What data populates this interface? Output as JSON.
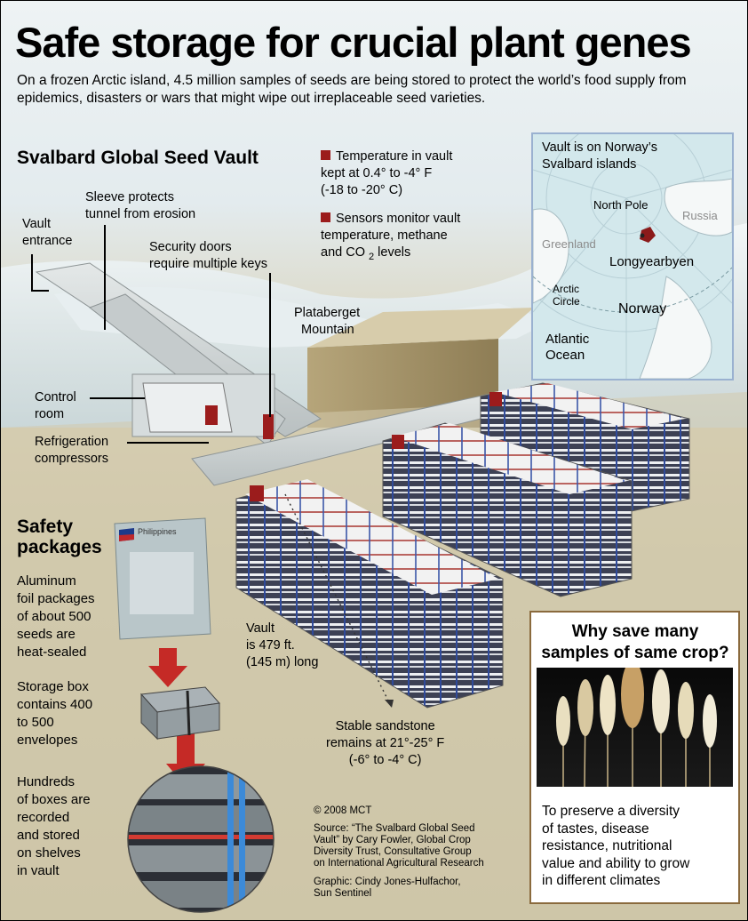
{
  "header": {
    "title": "Safe storage for crucial plant genes",
    "subtitle": "On a frozen Arctic island, 4.5 million samples of seeds are being stored to protect the world’s food supply from epidemics, disasters or wars that might wipe out irreplaceable seed varieties."
  },
  "vault": {
    "heading": "Svalbard Global Seed Vault",
    "labels": {
      "vault_entrance": [
        "Vault",
        "entrance"
      ],
      "sleeve": [
        "Sleeve   protects",
        "tunnel from erosion"
      ],
      "security_doors": [
        "Security doors",
        "require multiple keys"
      ],
      "mountain": [
        "Plataberget",
        "Mountain"
      ],
      "control_room": [
        "Control",
        "room"
      ],
      "refrigeration": [
        "Refrigeration",
        "compressors"
      ],
      "vault_length": [
        "Vault",
        "is 479 ft.",
        "(145 m) long"
      ],
      "sandstone": [
        "Stable sandstone",
        "remains at 21°-25° F",
        "(-6° to -4° C)"
      ]
    },
    "notes": {
      "temperature": [
        "Temperature   in vault",
        "kept at 0.4° to -4° F",
        "(-18 to -20° C)"
      ],
      "sensors_line1": "Sensors   monitor vault",
      "sensors_line2": "temperature, methane",
      "sensors_line3_a": "and CO",
      "sensors_line3_sub": "2",
      "sensors_line3_b": " levels"
    }
  },
  "map": {
    "title": [
      "Vault is on Norway’s",
      "Svalbard islands"
    ],
    "places": {
      "north_pole": "North Pole",
      "russia": "Russia",
      "greenland": "Greenland",
      "longyearbyen": "Longyearbyen",
      "arctic_circle": [
        "Arctic",
        "Circle"
      ],
      "norway": "Norway",
      "atlantic": [
        "Atlantic",
        "Ocean"
      ]
    },
    "colors": {
      "ocean": "#cfe6ea",
      "land": "#ffffff",
      "marker": "#8b1a1a"
    }
  },
  "safety": {
    "heading": [
      "Safety",
      "packages"
    ],
    "package_label": "Philippines",
    "step1": [
      "Aluminum",
      "foil packages",
      "of about 500",
      "seeds are",
      "heat-sealed"
    ],
    "step2": [
      "Storage box",
      "contains 400",
      "to 500",
      "envelopes"
    ],
    "step3": [
      "Hundreds",
      "of boxes   are",
      "recorded",
      "and stored",
      "on shelves",
      "in vault"
    ]
  },
  "why": {
    "title": [
      "Why save many",
      "samples of same crop?"
    ],
    "text": [
      "To preserve a diversity",
      "of tastes, disease",
      "resistance, nutritional",
      "value and ability to grow",
      "in different climates"
    ]
  },
  "credits": {
    "copyright": "© 2008 MCT",
    "source": [
      "Source: “The Svalbard Global Seed",
      "Vault” by Cary Fowler, Global Crop",
      "Diversity Trust, Consultative Group",
      "on International Agricultural Research"
    ],
    "graphic": [
      "Graphic: Cindy Jones-Hulfachor,",
      "Sun Sentinel"
    ]
  },
  "colors": {
    "accent_red": "#9b1c1c",
    "map_border": "#9ab1d0",
    "why_border": "#8a6a3d"
  }
}
